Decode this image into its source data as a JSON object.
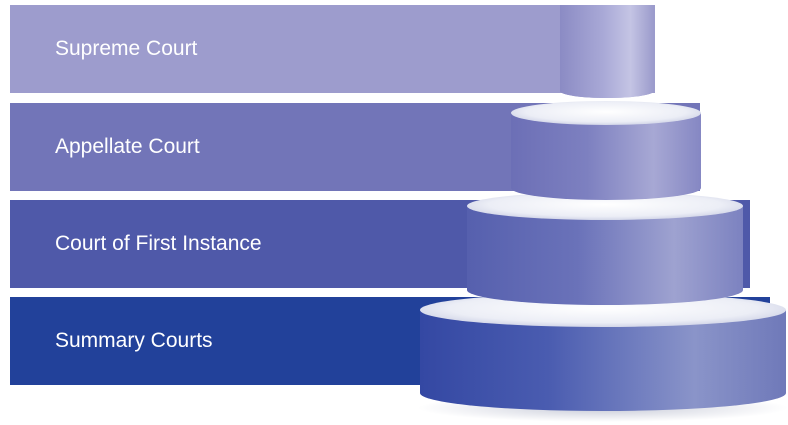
{
  "tiers": [
    {
      "label": "Supreme Court",
      "color": "#9d9ccd"
    },
    {
      "label": "Appellate Court",
      "color": "#7275b8"
    },
    {
      "label": "Court of First Instance",
      "color": "#4f59a9"
    },
    {
      "label": "Summary Courts",
      "color": "#22419a"
    }
  ]
}
